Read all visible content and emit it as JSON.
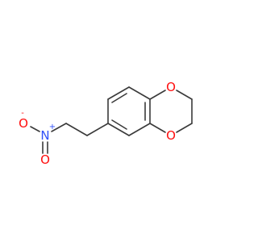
{
  "structure": {
    "atoms": {
      "o1": {
        "symbol": "O",
        "color": "#ff0d0d"
      },
      "o2": {
        "symbol": "O",
        "color": "#ff0d0d"
      },
      "n": {
        "symbol": "N",
        "charge": "+",
        "color": "#3050f8"
      },
      "o3": {
        "symbol": "O",
        "charge": "-",
        "color": "#ff0d0d"
      }
    },
    "bond_color": "#3a3a3a"
  }
}
